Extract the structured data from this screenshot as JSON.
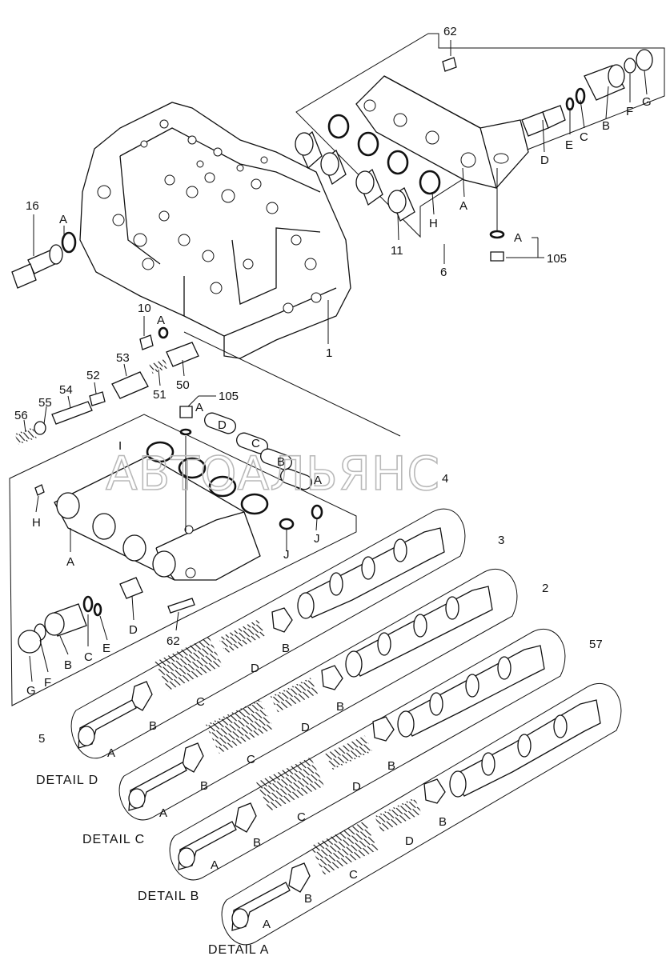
{
  "watermark": "АВТОАЛЬЯНС",
  "callouts": [
    {
      "id": "c-62-top",
      "text": "62"
    },
    {
      "id": "c-16",
      "text": "16"
    },
    {
      "id": "c-A-16",
      "text": "A"
    },
    {
      "id": "c-D-top",
      "text": "D"
    },
    {
      "id": "c-E-top",
      "text": "E"
    },
    {
      "id": "c-C-top",
      "text": "C"
    },
    {
      "id": "c-B-top",
      "text": "B"
    },
    {
      "id": "c-F-top",
      "text": "F"
    },
    {
      "id": "c-G-top",
      "text": "G"
    },
    {
      "id": "c-A-top",
      "text": "A"
    },
    {
      "id": "c-H-top",
      "text": "H"
    },
    {
      "id": "c-11",
      "text": "11"
    },
    {
      "id": "c-6",
      "text": "6"
    },
    {
      "id": "c-A-105a",
      "text": "A"
    },
    {
      "id": "c-105a",
      "text": "105"
    },
    {
      "id": "c-10",
      "text": "10"
    },
    {
      "id": "c-A-10",
      "text": "A"
    },
    {
      "id": "c-1",
      "text": "1"
    },
    {
      "id": "c-53",
      "text": "53"
    },
    {
      "id": "c-52",
      "text": "52"
    },
    {
      "id": "c-54",
      "text": "54"
    },
    {
      "id": "c-55",
      "text": "55"
    },
    {
      "id": "c-56",
      "text": "56"
    },
    {
      "id": "c-51",
      "text": "51"
    },
    {
      "id": "c-50",
      "text": "50"
    },
    {
      "id": "c-105b",
      "text": "105"
    },
    {
      "id": "c-A-105b",
      "text": "A"
    },
    {
      "id": "c-D-mid",
      "text": "D"
    },
    {
      "id": "c-C-mid",
      "text": "C"
    },
    {
      "id": "c-B-mid",
      "text": "B"
    },
    {
      "id": "c-A-mid",
      "text": "A"
    },
    {
      "id": "c-I",
      "text": "I"
    },
    {
      "id": "c-4",
      "text": "4"
    },
    {
      "id": "c-H-mid",
      "text": "H"
    },
    {
      "id": "c-J1",
      "text": "J"
    },
    {
      "id": "c-J2",
      "text": "J"
    },
    {
      "id": "c-A-blk",
      "text": "A"
    },
    {
      "id": "c-3",
      "text": "3"
    },
    {
      "id": "c-2",
      "text": "2"
    },
    {
      "id": "c-57",
      "text": "57"
    },
    {
      "id": "c-D-5",
      "text": "D"
    },
    {
      "id": "c-62-mid",
      "text": "62"
    },
    {
      "id": "c-E-5",
      "text": "E"
    },
    {
      "id": "c-C-5",
      "text": "C"
    },
    {
      "id": "c-B-5",
      "text": "B"
    },
    {
      "id": "c-F-5",
      "text": "F"
    },
    {
      "id": "c-G-5",
      "text": "G"
    },
    {
      "id": "c-5",
      "text": "5"
    },
    {
      "id": "d4-B1",
      "text": "B"
    },
    {
      "id": "d4-D",
      "text": "D"
    },
    {
      "id": "d4-C",
      "text": "C"
    },
    {
      "id": "d4-B2",
      "text": "B"
    },
    {
      "id": "d4-A",
      "text": "A"
    },
    {
      "id": "d3-B1",
      "text": "B"
    },
    {
      "id": "d3-D",
      "text": "D"
    },
    {
      "id": "d3-C",
      "text": "C"
    },
    {
      "id": "d3-B2",
      "text": "B"
    },
    {
      "id": "d3-A",
      "text": "A"
    },
    {
      "id": "d2-B1",
      "text": "B"
    },
    {
      "id": "d2-D",
      "text": "D"
    },
    {
      "id": "d2-C",
      "text": "C"
    },
    {
      "id": "d2-B2",
      "text": "B"
    },
    {
      "id": "d2-A",
      "text": "A"
    },
    {
      "id": "d57-B1",
      "text": "B"
    },
    {
      "id": "d57-D",
      "text": "D"
    },
    {
      "id": "d57-C",
      "text": "C"
    },
    {
      "id": "d57-B2",
      "text": "B"
    },
    {
      "id": "d57-A",
      "text": "A"
    }
  ],
  "detail_labels": [
    {
      "id": "det-D",
      "text": "DETAIL  D"
    },
    {
      "id": "det-C",
      "text": "DETAIL  C"
    },
    {
      "id": "det-B",
      "text": "DETAIL  B"
    },
    {
      "id": "det-A",
      "text": "DETAIL  A"
    }
  ]
}
